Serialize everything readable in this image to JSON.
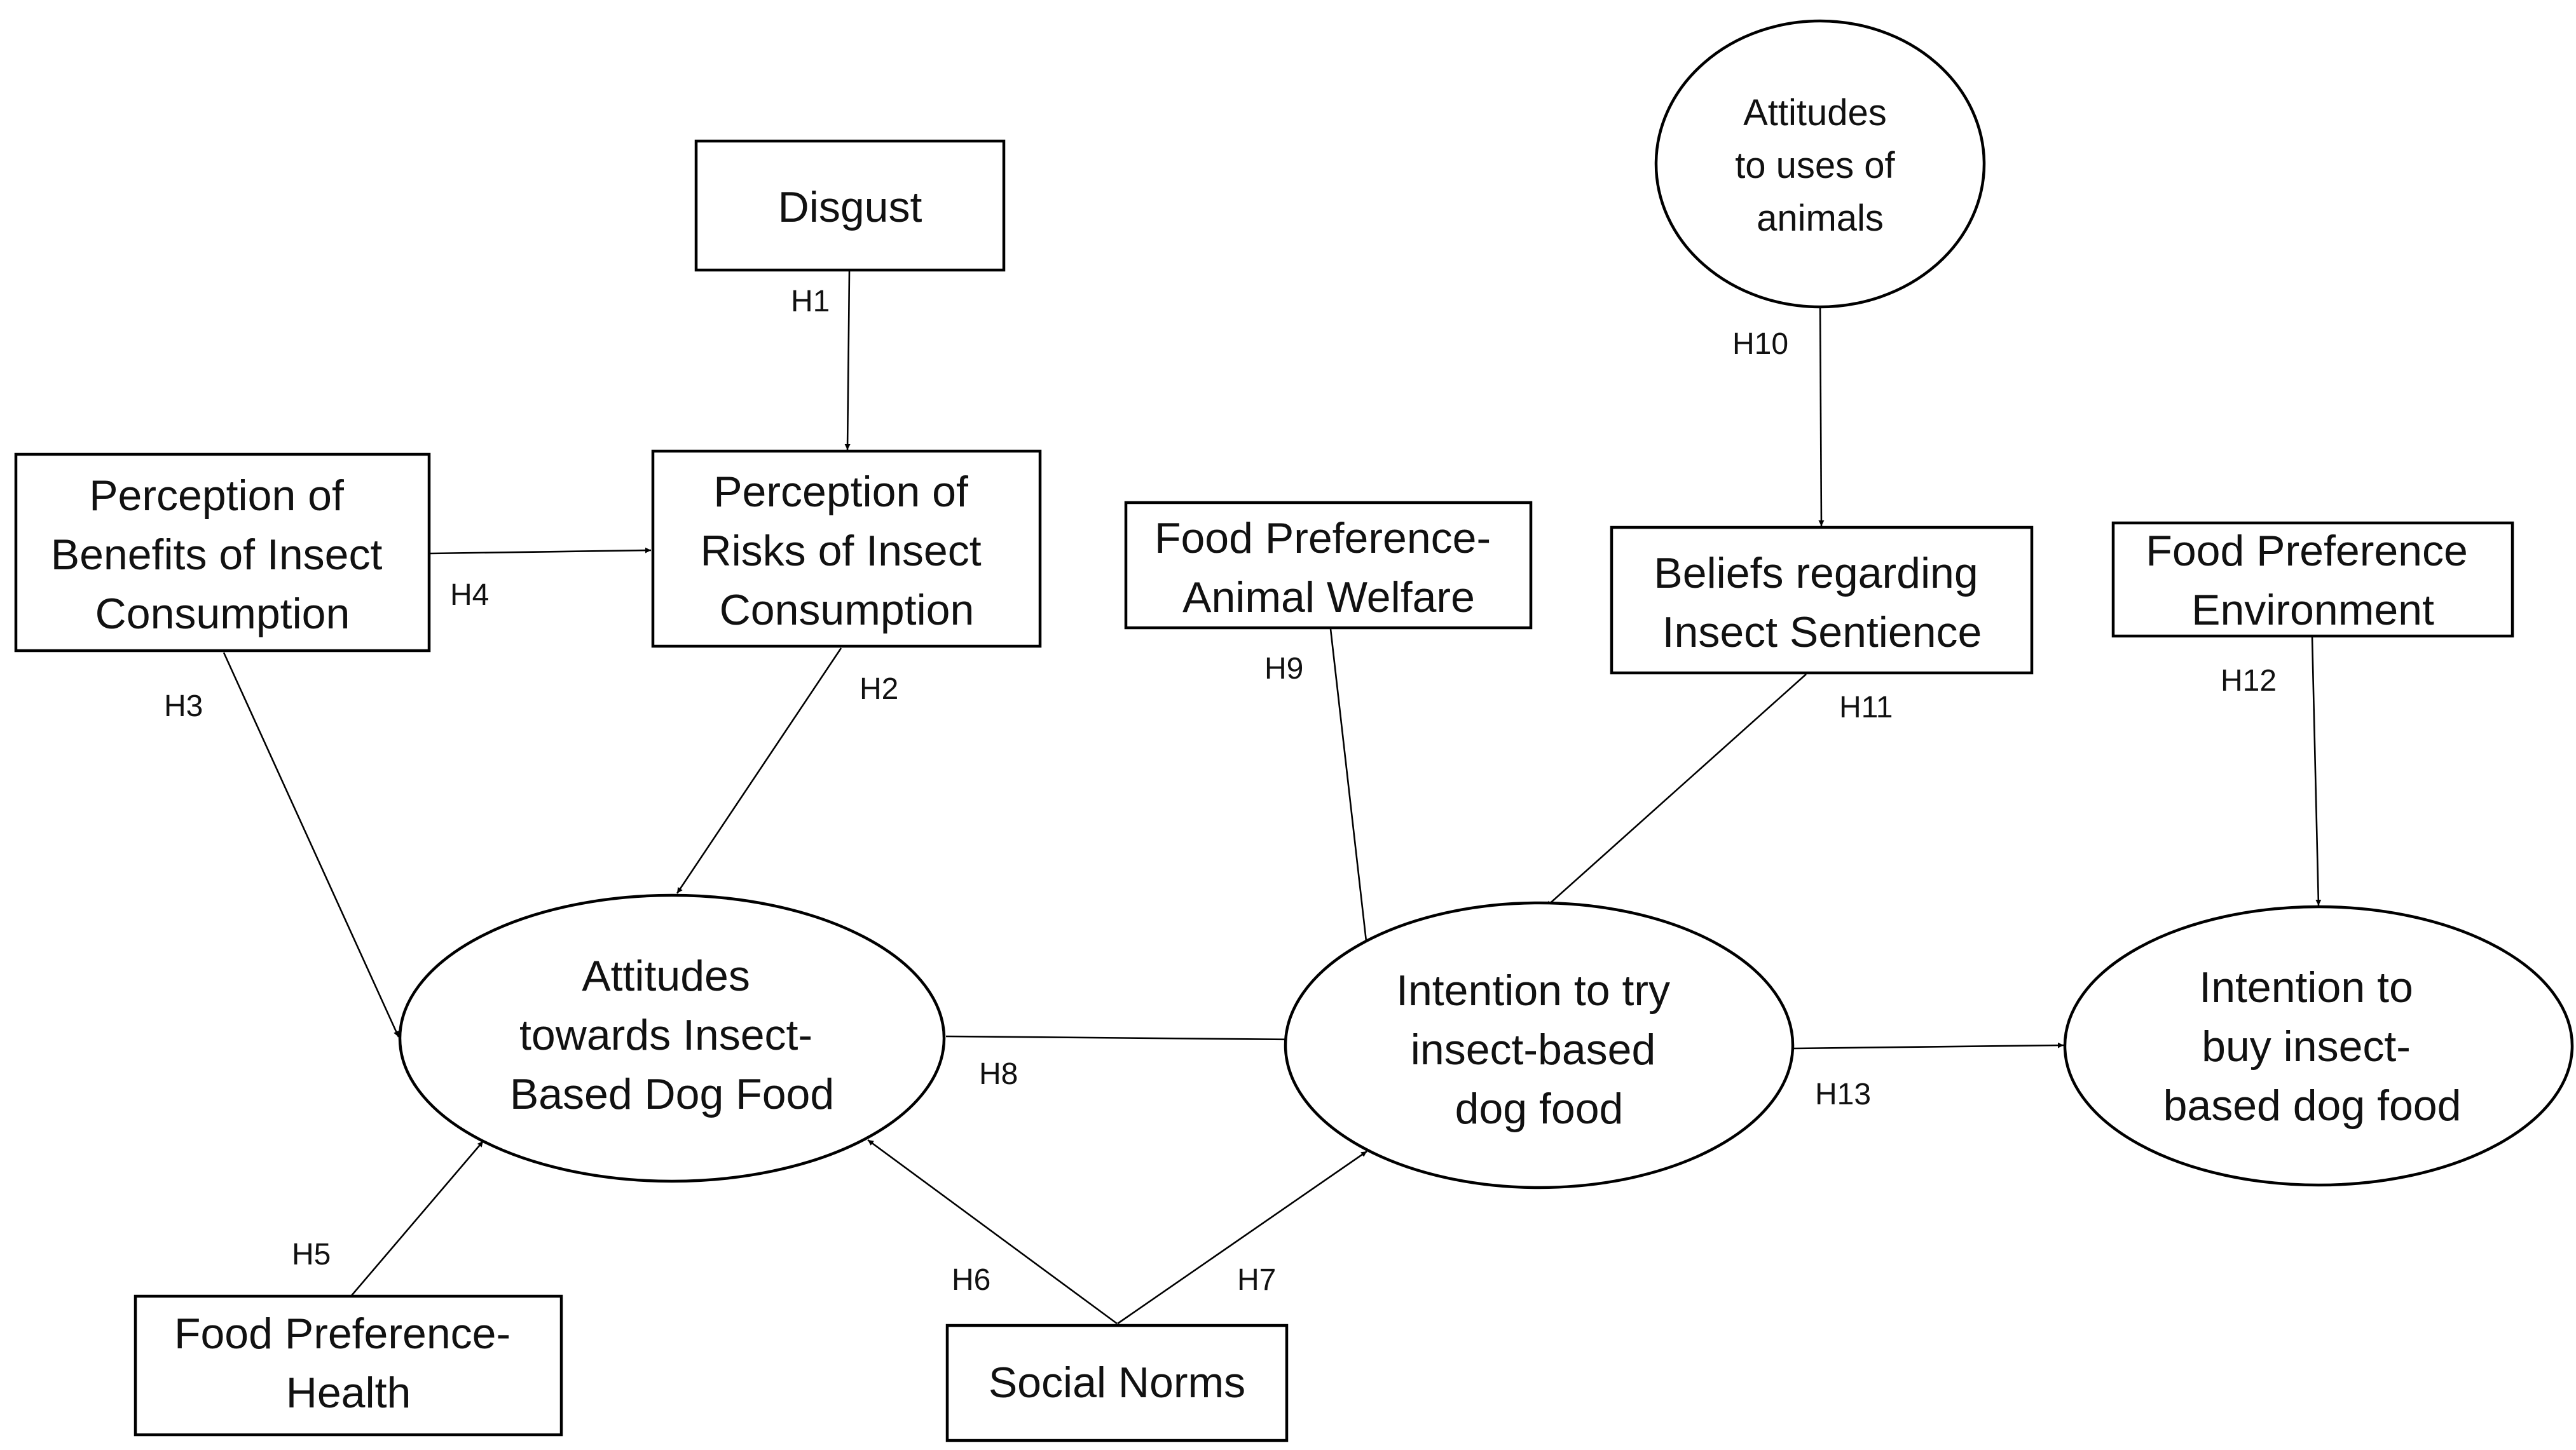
{
  "colors": {
    "stroke": "#000000",
    "text": "#111111",
    "background": "#ffffff"
  },
  "nodes": {
    "disgust": {
      "shape": "rect",
      "lines": [
        "Disgust"
      ]
    },
    "benefits": {
      "shape": "rect",
      "lines": [
        "Perception of",
        "Benefits of Insect",
        "Consumption"
      ]
    },
    "risks": {
      "shape": "rect",
      "lines": [
        "Perception of",
        "Risks of Insect",
        "Consumption"
      ]
    },
    "fp_welfare": {
      "shape": "rect",
      "lines": [
        "Food Preference-",
        "Animal Welfare"
      ]
    },
    "sentience": {
      "shape": "rect",
      "lines": [
        "Beliefs regarding",
        "Insect Sentience"
      ]
    },
    "fp_environment": {
      "shape": "rect",
      "lines": [
        "Food Preference",
        "Environment"
      ]
    },
    "uses_of_animals": {
      "shape": "ellipse",
      "lines": [
        "Attitudes",
        "to uses of",
        "animals"
      ]
    },
    "attitudes_dog_food": {
      "shape": "ellipse",
      "lines": [
        "Attitudes",
        "towards Insect-",
        "Based Dog Food"
      ]
    },
    "intention_try": {
      "shape": "ellipse",
      "lines": [
        "Intention to try",
        "insect-based",
        "dog food"
      ]
    },
    "intention_buy": {
      "shape": "ellipse",
      "lines": [
        "Intention to",
        "buy insect-",
        "based dog food"
      ]
    },
    "fp_health": {
      "shape": "rect",
      "lines": [
        "Food Preference-",
        "Health"
      ]
    },
    "social_norms": {
      "shape": "rect",
      "lines": [
        "Social Norms"
      ]
    }
  },
  "hypotheses": [
    {
      "id": "h1",
      "label": "H1",
      "from": "disgust",
      "to": "risks"
    },
    {
      "id": "h2",
      "label": "H2",
      "from": "risks",
      "to": "attitudes_dog_food"
    },
    {
      "id": "h3",
      "label": "H3",
      "from": "benefits",
      "to": "attitudes_dog_food"
    },
    {
      "id": "h4",
      "label": "H4",
      "from": "benefits",
      "to": "risks"
    },
    {
      "id": "h5",
      "label": "H5",
      "from": "fp_health",
      "to": "attitudes_dog_food"
    },
    {
      "id": "h6",
      "label": "H6",
      "from": "social_norms",
      "to": "attitudes_dog_food"
    },
    {
      "id": "h7",
      "label": "H7",
      "from": "social_norms",
      "to": "intention_try"
    },
    {
      "id": "h8",
      "label": "H8",
      "from": "attitudes_dog_food",
      "to": "intention_try"
    },
    {
      "id": "h9",
      "label": "H9",
      "from": "fp_welfare",
      "to": "intention_try"
    },
    {
      "id": "h10",
      "label": "H10",
      "from": "uses_of_animals",
      "to": "sentience"
    },
    {
      "id": "h11",
      "label": "H11",
      "from": "sentience",
      "to": "intention_try"
    },
    {
      "id": "h12",
      "label": "H12",
      "from": "fp_environment",
      "to": "intention_buy"
    },
    {
      "id": "h13",
      "label": "H13",
      "from": "intention_try",
      "to": "intention_buy"
    }
  ]
}
